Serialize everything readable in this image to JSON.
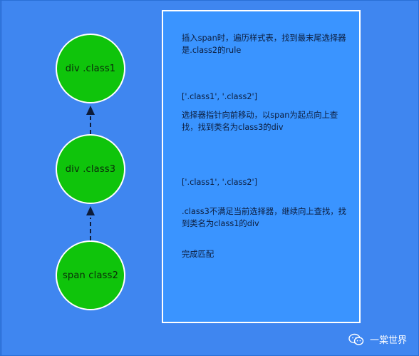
{
  "nodes": {
    "top": "div  .class1",
    "middle": "div  .class3",
    "bottom": "span   class2"
  },
  "panel": {
    "step1": "插入span时，遍历样式表，找到最末尾选择器是.class2的rule",
    "state1": "['.class1', '.class2']",
    "step2": "选择器指针向前移动，以span为起点向上查找，找到类名为class3的div",
    "state2": "['.class1', '.class2']",
    "step3": ".class3不满足当前选择器，继续向上查找，找到类名为class1的div",
    "result": "完成匹配"
  },
  "watermark": {
    "text": "一棠世界",
    "icon": "wechat-icon"
  },
  "colors": {
    "background": "#3f86f0",
    "panel": "#3a94ff",
    "node": "#0fc40b",
    "text": "#0c1d3d"
  }
}
